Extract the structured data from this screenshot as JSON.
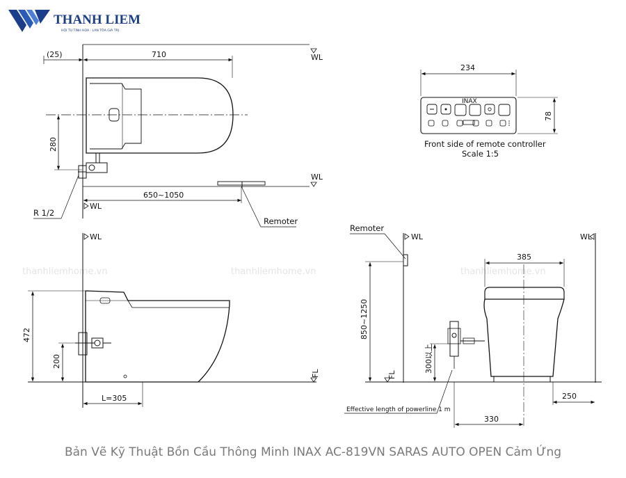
{
  "brand": {
    "name": "THANH LIEM",
    "tagline": "HỘI TỤ TINH HOA · LAN TỎA GIÁ TRỊ",
    "color": "#1a3e8c"
  },
  "watermarks": [
    "thanhliemhome.vn",
    "thanhliemhome.vn",
    "thanhliemhome.vn"
  ],
  "top_view": {
    "dim_offset": "(25)",
    "dim_length": "710",
    "dim_supply_height": "280",
    "dim_remote_range": "650~1050",
    "pipe_size": "R 1/2",
    "label_remote": "Remoter",
    "ref_wall_top": "WL",
    "ref_wall_mid": "WL",
    "ref_wall_bottom": "WL"
  },
  "remote": {
    "dim_width": "234",
    "dim_height": "78",
    "brand": "INAX",
    "caption_line1": "Front side of remote controller",
    "caption_line2": "Scale 1:5"
  },
  "side_view": {
    "ref_wall": "WL",
    "dim_height": "472",
    "dim_supply_height": "200",
    "dim_rough_in": "L=305",
    "ref_floor": "FL"
  },
  "front_view": {
    "label_remote": "Remoter",
    "ref_wall_left": "WL",
    "ref_wall_right": "WL",
    "dim_width": "385",
    "dim_remote_height": "850~1250",
    "dim_outlet": "300以上",
    "ref_floor": "FL",
    "dim_offset": "250",
    "dim_center": "330",
    "powerline_note": "Effective length of powerline 1 m"
  },
  "caption": "Bản Vẽ Kỹ Thuật Bồn Cầu Thông Minh INAX AC-819VN SARAS AUTO OPEN Cảm Ứng"
}
